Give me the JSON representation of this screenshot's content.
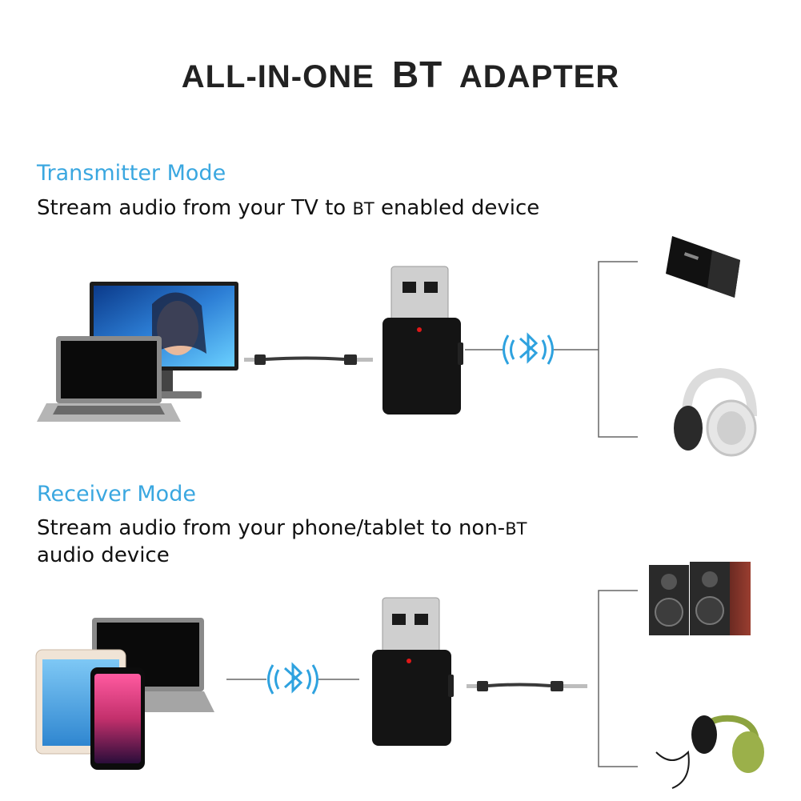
{
  "title": {
    "part1": "ALL-IN-ONE",
    "part2": "BT",
    "part3": "ADAPTER"
  },
  "transmitter": {
    "heading": "Transmitter Mode",
    "desc_a": "Stream audio from your TV to ",
    "desc_bt": "BT",
    "desc_b": " enabled device"
  },
  "receiver": {
    "heading": "Receiver Mode",
    "desc_a": "Stream audio from your phone/tablet to non-",
    "desc_bt": "BT",
    "desc_line2": "audio device"
  },
  "colors": {
    "accent": "#3aa7e0",
    "text": "#111111",
    "line": "#666666"
  },
  "icons": [
    "monitor-icon",
    "laptop-icon",
    "usb-adapter-icon",
    "audio-cable-icon",
    "bluetooth-icon",
    "bt-speaker-icon",
    "headphones-icon",
    "phone-icon",
    "tablet-icon",
    "stereo-speakers-icon"
  ]
}
